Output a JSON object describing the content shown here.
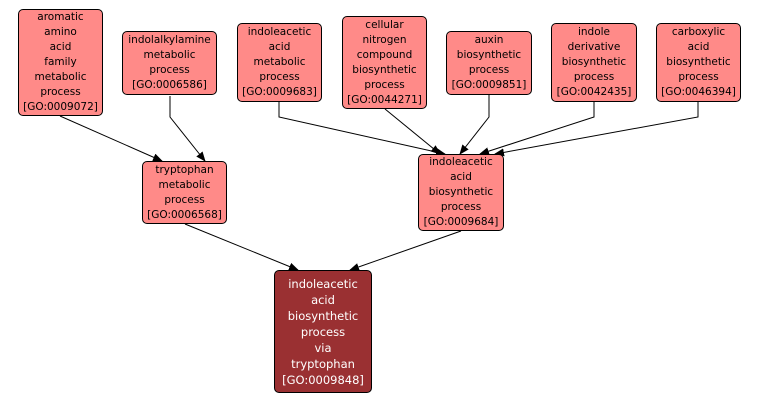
{
  "colors": {
    "node_fill": "#ff8a88",
    "target_fill": "#9a3032",
    "target_text": "#ffffff",
    "edge": "#000000"
  },
  "nodes": [
    {
      "id": "GO:0009072",
      "lines": [
        "aromatic",
        "amino",
        "acid",
        "family",
        "metabolic",
        "process",
        "[GO:0009072]"
      ]
    },
    {
      "id": "GO:0006586",
      "lines": [
        "indolalkylamine",
        "metabolic",
        "process",
        "[GO:0006586]"
      ]
    },
    {
      "id": "GO:0009683",
      "lines": [
        "indoleacetic",
        "acid",
        "metabolic",
        "process",
        "[GO:0009683]"
      ]
    },
    {
      "id": "GO:0044271",
      "lines": [
        "cellular",
        "nitrogen",
        "compound",
        "biosynthetic",
        "process",
        "[GO:0044271]"
      ]
    },
    {
      "id": "GO:0009851",
      "lines": [
        "auxin",
        "biosynthetic",
        "process",
        "[GO:0009851]"
      ]
    },
    {
      "id": "GO:0042435",
      "lines": [
        "indole",
        "derivative",
        "biosynthetic",
        "process",
        "[GO:0042435]"
      ]
    },
    {
      "id": "GO:0046394",
      "lines": [
        "carboxylic",
        "acid",
        "biosynthetic",
        "process",
        "[GO:0046394]"
      ]
    },
    {
      "id": "GO:0006568",
      "lines": [
        "tryptophan",
        "metabolic",
        "process",
        "[GO:0006568]"
      ]
    },
    {
      "id": "GO:0009684",
      "lines": [
        "indoleacetic",
        "acid",
        "biosynthetic",
        "process",
        "[GO:0009684]"
      ]
    },
    {
      "id": "GO:0009848",
      "target": true,
      "lines": [
        "indoleacetic",
        "acid",
        "biosynthetic",
        "process",
        "via",
        "tryptophan",
        "[GO:0009848]"
      ]
    }
  ],
  "edges": [
    {
      "from": "GO:0009072",
      "to": "GO:0006568"
    },
    {
      "from": "GO:0006586",
      "to": "GO:0006568"
    },
    {
      "from": "GO:0009683",
      "to": "GO:0009684"
    },
    {
      "from": "GO:0044271",
      "to": "GO:0009684"
    },
    {
      "from": "GO:0009851",
      "to": "GO:0009684"
    },
    {
      "from": "GO:0042435",
      "to": "GO:0009684"
    },
    {
      "from": "GO:0046394",
      "to": "GO:0009684"
    },
    {
      "from": "GO:0006568",
      "to": "GO:0009848"
    },
    {
      "from": "GO:0009684",
      "to": "GO:0009848"
    }
  ]
}
